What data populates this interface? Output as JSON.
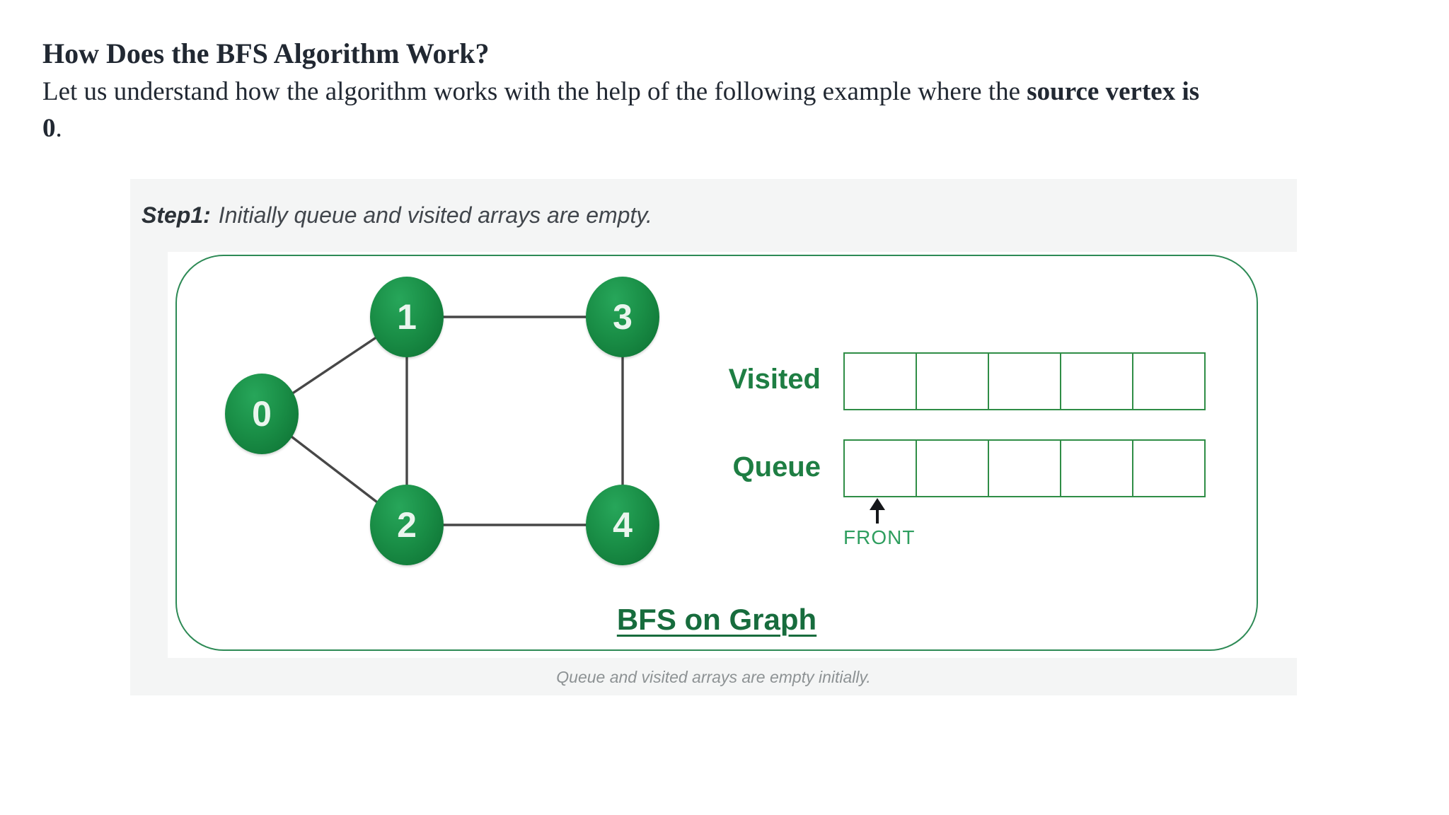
{
  "page": {
    "heading": "How Does the BFS Algorithm Work?",
    "intro": {
      "line1_regular": "Let us understand how the algorithm works with the help of the following example where the ",
      "line1_bold": "source vertex is",
      "line2_bold": "0",
      "line2_regular": "."
    }
  },
  "figure": {
    "step_label": "Step1:",
    "step_text": "Initially queue and visited arrays are empty.",
    "graph": {
      "nodes": [
        {
          "label": "0"
        },
        {
          "label": "1"
        },
        {
          "label": "2"
        },
        {
          "label": "3"
        },
        {
          "label": "4"
        }
      ],
      "edges": [
        "0-1",
        "0-2",
        "1-2",
        "1-3",
        "3-4",
        "2-4"
      ]
    },
    "visited": {
      "label": "Visited",
      "cells": [
        "",
        "",
        "",
        "",
        ""
      ]
    },
    "queue": {
      "label": "Queue",
      "cells": [
        "",
        "",
        "",
        "",
        ""
      ]
    },
    "front_label": "FRONT",
    "title": "BFS on Graph",
    "caption": "Queue and visited arrays are empty initially."
  },
  "colors": {
    "accent_green": "#2f8d46",
    "frame_green": "#2d8a55",
    "label_green": "#1e7e43",
    "front_green": "#2f9e5f",
    "node_green_light": "#27a65a",
    "node_green_dark": "#0c6e31",
    "edge_gray": "#474747",
    "panel_gray": "#f4f5f5",
    "text_dark": "#212832",
    "caption_gray": "#8d9294"
  }
}
